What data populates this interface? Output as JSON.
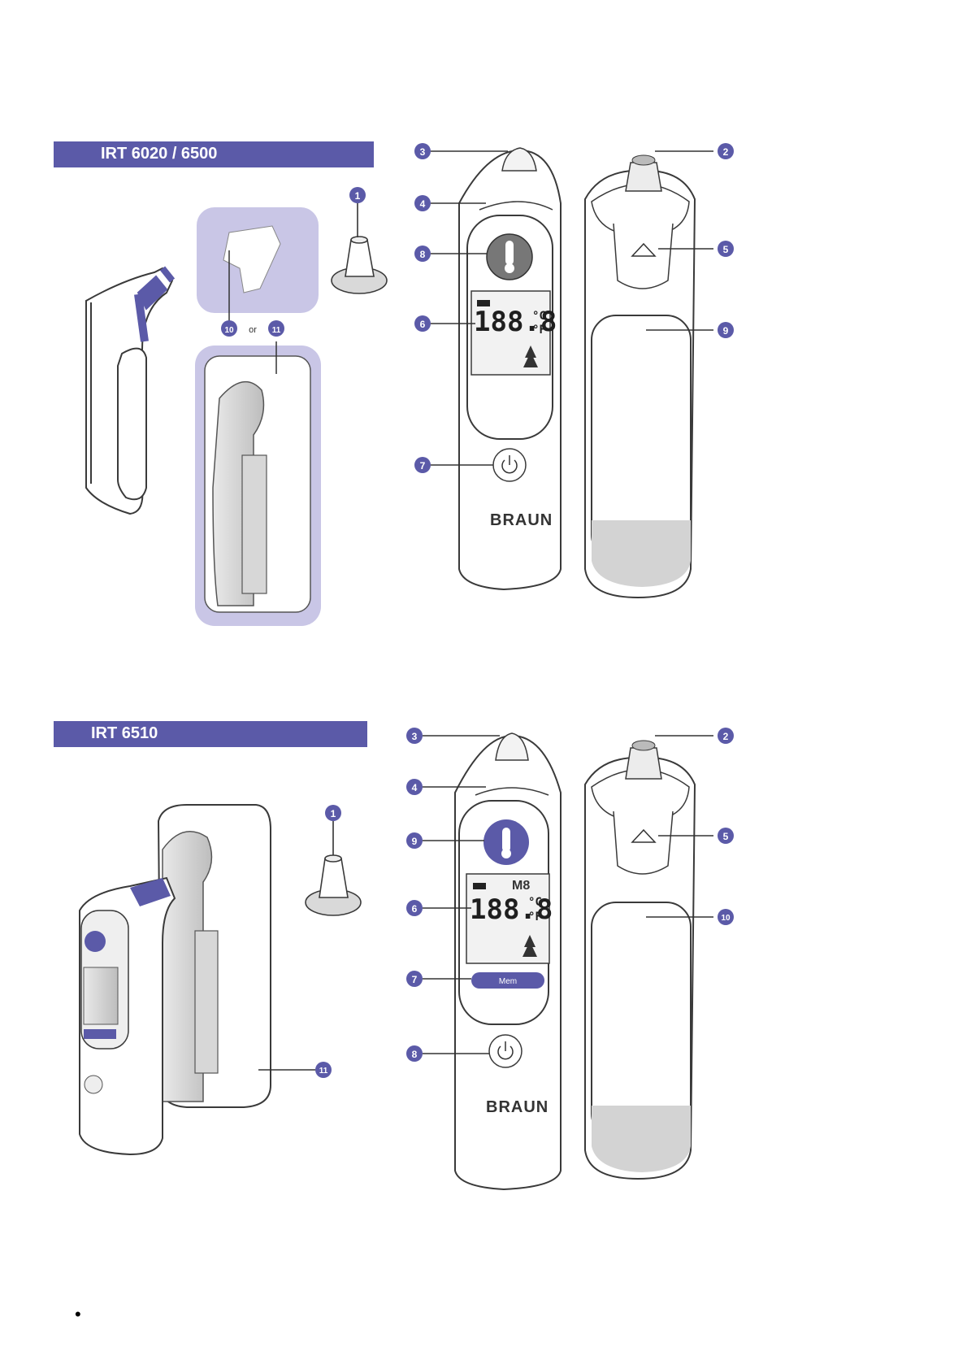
{
  "section1": {
    "title": "IRT 6020 / 6500",
    "or_label": "or",
    "display_digits": "188.8",
    "unit_c": "°C",
    "unit_f": "°F",
    "brand": "BRAUN",
    "callouts": [
      "1",
      "2",
      "3",
      "4",
      "5",
      "6",
      "7",
      "8",
      "9",
      "10",
      "11"
    ]
  },
  "section2": {
    "title": "IRT 6510",
    "display_digits": "188.8",
    "unit_c": "°C",
    "unit_f": "°F",
    "mode_label": "M8",
    "button_label": "Mem",
    "brand": "BRAUN",
    "callouts": [
      "1",
      "2",
      "3",
      "4",
      "5",
      "6",
      "7",
      "8",
      "9",
      "10",
      "11"
    ]
  },
  "bullet": "•",
  "colors": {
    "accent": "#5b5aa8",
    "panel": "#c9c6e6",
    "outline": "#3a3a3a"
  }
}
